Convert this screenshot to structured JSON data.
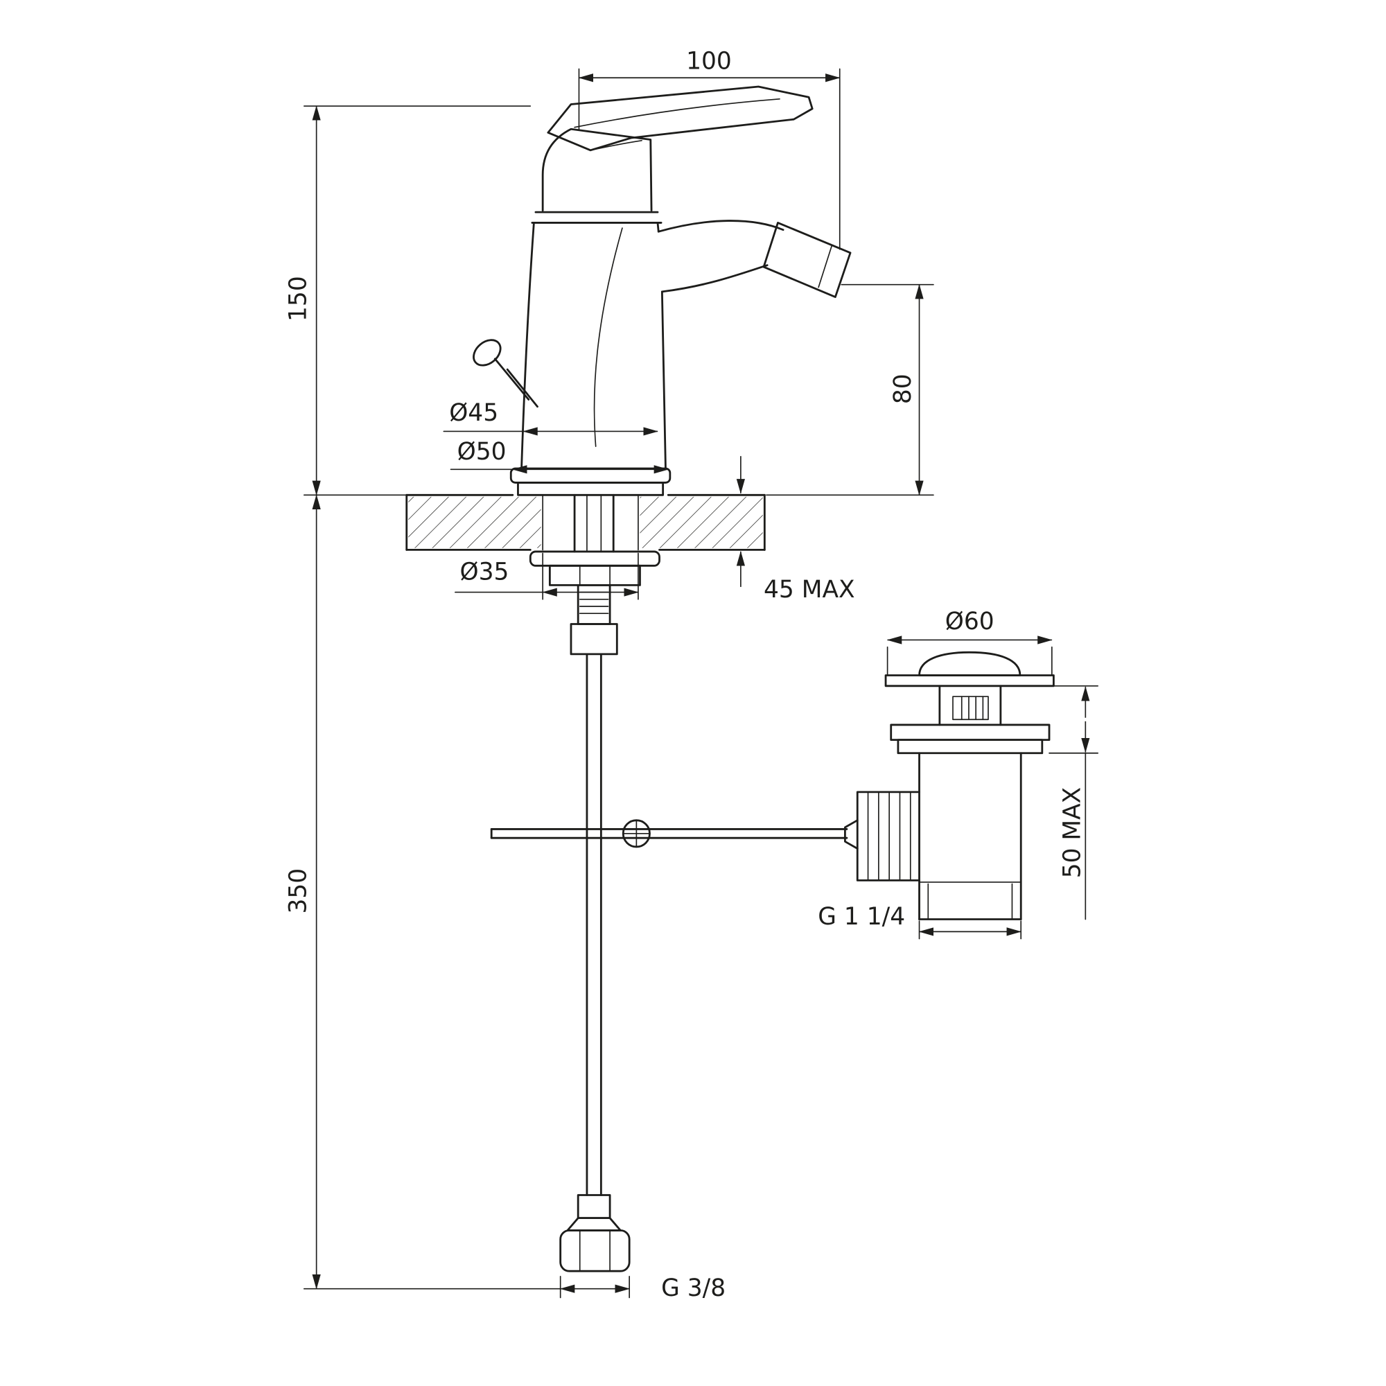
{
  "drawing": {
    "type": "technical-dimension-drawing",
    "subject": "single-lever bidet mixer with pop-up waste",
    "line_color": "#1d1d1b",
    "background_color": "#ffffff"
  },
  "labels": {
    "spout_reach": "100",
    "height_above_deck": "150",
    "outlet_height": "80",
    "body_diameter": "Ø45",
    "base_diameter": "Ø50",
    "mounting_hole_diameter": "Ø35",
    "deck_thickness_max": "45 MAX",
    "supply_length": "350",
    "supply_thread": "G 3/8",
    "waste_flange_diameter": "Ø60",
    "waste_deck_max": "50 MAX",
    "waste_thread": "G 1 1/4"
  }
}
